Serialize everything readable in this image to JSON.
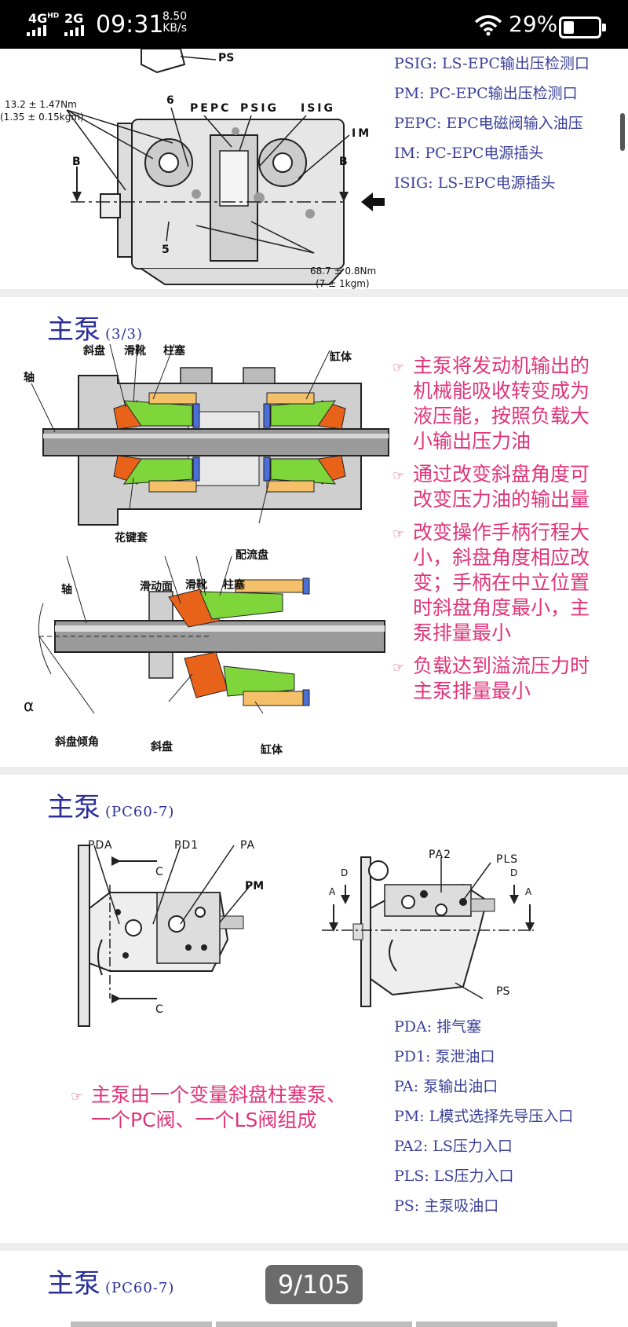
{
  "status_bar": {
    "signal1": "4G",
    "signal1_sup": "HD",
    "signal2": "2G",
    "time": "09:31",
    "speed_value": "8.50",
    "speed_unit": "KB/s",
    "battery": "29%"
  },
  "slide1": {
    "legend": [
      "PSIG: LS-EPC输出压检测口",
      "PM: PC-EPC输出压检测口",
      "PEPC: EPC电磁阀输入油压",
      "IM: PC-EPC电源插头",
      "ISIG: LS-EPC电源插头"
    ],
    "labels": {
      "ps": "PS",
      "torque1a": "13.2 ± 1.47Nm",
      "torque1b": "(1.35 ± 0.15kgm)",
      "six": "6",
      "pepc": "PEPC",
      "psig": "PSIG",
      "isig": "ISIG",
      "im": "IM",
      "b_left": "B",
      "b_right": "B",
      "five": "5",
      "torque2a": "68.7 ± 0.8Nm",
      "torque2b": "(7 ± 1kgm)"
    }
  },
  "slide2": {
    "title": "主泵",
    "subtitle": "(3/3)",
    "labels": {
      "swash": "斜盘",
      "shoe": "滑靴",
      "piston": "柱塞",
      "cylinder": "缸体",
      "shaft": "轴",
      "spline": "花键套",
      "valve_plate": "配流盘",
      "shaft2": "轴",
      "slide_face": "滑动面",
      "shoe2": "滑靴",
      "piston2": "柱塞",
      "alpha": "α",
      "swash_angle": "斜盘倾角",
      "swash2": "斜盘",
      "cylinder2": "缸体"
    },
    "bullets": [
      "主泵将发动机输出的机械能吸收转变成为液压能，按照负载大小输出压力油",
      "通过改变斜盘角度可改变压力油的输出量",
      "改变操作手柄行程大小，斜盘角度相应改变；手柄在中立位置时斜盘角度最小，主泵排量最小",
      "负载达到溢流压力时主泵排量最小"
    ]
  },
  "slide3": {
    "title": "主泵",
    "subtitle": "(PC60-7)",
    "labels": {
      "pda": "PDA",
      "pd1": "PD1",
      "pa": "PA",
      "pm": "PM",
      "c_top": "C",
      "c_bottom": "C",
      "pa2": "PA2",
      "pls": "PLS",
      "d_left": "D",
      "d_right": "D",
      "a_left": "A",
      "a_right": "A",
      "ps": "PS"
    },
    "bullet": "主泵由一个变量斜盘柱塞泵、一个PC阀、一个LS阀组成",
    "legend": [
      "PDA: 排气塞",
      "PD1: 泵泄油口",
      "PA: 泵输出油口",
      "PM: L模式选择先导压入口",
      "PA2: LS压力入口",
      "PLS:  LS压力入口",
      "PS: 主泵吸油口"
    ]
  },
  "slide4": {
    "title": "主泵",
    "subtitle": "(PC60-7)"
  },
  "pager": "9/105"
}
